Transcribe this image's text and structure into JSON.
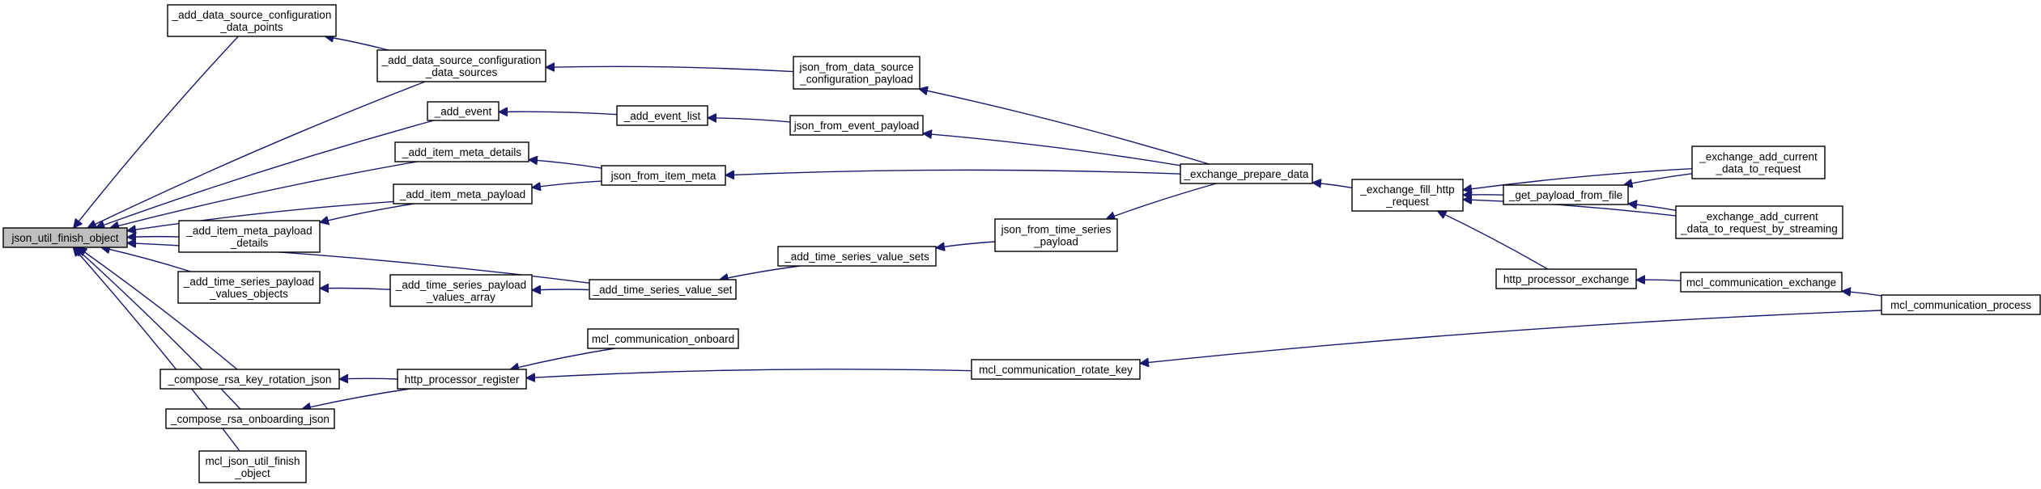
{
  "nodes": [
    {
      "id": "root",
      "lines": [
        "json_util_finish_object"
      ]
    },
    {
      "id": "adsc_dp",
      "lines": [
        "_add_data_source_configuration",
        "_data_points"
      ]
    },
    {
      "id": "adsc_ds",
      "lines": [
        "_add_data_source_configuration",
        "_data_sources"
      ]
    },
    {
      "id": "add_event",
      "lines": [
        "_add_event"
      ]
    },
    {
      "id": "add_item_meta_details",
      "lines": [
        "_add_item_meta_details"
      ]
    },
    {
      "id": "add_item_meta_payload",
      "lines": [
        "_add_item_meta_payload"
      ]
    },
    {
      "id": "add_item_meta_payload_details",
      "lines": [
        "_add_item_meta_payload",
        "_details"
      ]
    },
    {
      "id": "add_tsp_values_objects",
      "lines": [
        "_add_time_series_payload",
        "_values_objects"
      ]
    },
    {
      "id": "compose_rsa_key",
      "lines": [
        "_compose_rsa_key_rotation_json"
      ]
    },
    {
      "id": "compose_rsa_onb",
      "lines": [
        "_compose_rsa_onboarding_json"
      ]
    },
    {
      "id": "mcl_json_finish",
      "lines": [
        "mcl_json_util_finish",
        "_object"
      ]
    },
    {
      "id": "add_tsp_values_array",
      "lines": [
        "_add_time_series_payload",
        "_values_array"
      ]
    },
    {
      "id": "add_event_list",
      "lines": [
        "_add_event_list"
      ]
    },
    {
      "id": "json_from_item_meta",
      "lines": [
        "json_from_item_meta"
      ]
    },
    {
      "id": "add_ts_value_set",
      "lines": [
        "_add_time_series_value_set"
      ]
    },
    {
      "id": "http_processor_register",
      "lines": [
        "http_processor_register"
      ]
    },
    {
      "id": "mcl_comm_onboard",
      "lines": [
        "mcl_communication_onboard"
      ]
    },
    {
      "id": "json_from_dsc_payload",
      "lines": [
        "json_from_data_source",
        "_configuration_payload"
      ]
    },
    {
      "id": "json_from_event_payload",
      "lines": [
        "json_from_event_payload"
      ]
    },
    {
      "id": "add_ts_value_sets",
      "lines": [
        "_add_time_series_value_sets"
      ]
    },
    {
      "id": "json_from_ts_payload",
      "lines": [
        "json_from_time_series",
        "_payload"
      ]
    },
    {
      "id": "mcl_comm_rotate_key",
      "lines": [
        "mcl_communication_rotate_key"
      ]
    },
    {
      "id": "exchange_prepare_data",
      "lines": [
        "_exchange_prepare_data"
      ]
    },
    {
      "id": "exchange_fill_http",
      "lines": [
        "_exchange_fill_http",
        "_request"
      ]
    },
    {
      "id": "http_processor_exchange",
      "lines": [
        "http_processor_exchange"
      ]
    },
    {
      "id": "get_payload_from_file",
      "lines": [
        "_get_payload_from_file"
      ]
    },
    {
      "id": "exchange_add_current",
      "lines": [
        "_exchange_add_current",
        "_data_to_request"
      ]
    },
    {
      "id": "exchange_add_current_stream",
      "lines": [
        "_exchange_add_current",
        "_data_to_request_by_streaming"
      ]
    },
    {
      "id": "mcl_comm_exchange",
      "lines": [
        "mcl_communication_exchange"
      ]
    },
    {
      "id": "mcl_comm_process",
      "lines": [
        "mcl_communication_process"
      ]
    }
  ],
  "edges": [
    {
      "from": "adsc_dp",
      "to": "root"
    },
    {
      "from": "adsc_ds",
      "to": "root"
    },
    {
      "from": "add_event",
      "to": "root"
    },
    {
      "from": "add_item_meta_details",
      "to": "root"
    },
    {
      "from": "add_item_meta_payload",
      "to": "root"
    },
    {
      "from": "add_item_meta_payload_details",
      "to": "root"
    },
    {
      "from": "add_tsp_values_objects",
      "to": "root"
    },
    {
      "from": "add_ts_value_set",
      "to": "root"
    },
    {
      "from": "compose_rsa_key",
      "to": "root"
    },
    {
      "from": "compose_rsa_onb",
      "to": "root"
    },
    {
      "from": "mcl_json_finish",
      "to": "root"
    },
    {
      "from": "adsc_ds",
      "to": "adsc_dp"
    },
    {
      "from": "json_from_dsc_payload",
      "to": "adsc_ds"
    },
    {
      "from": "add_event_list",
      "to": "add_event"
    },
    {
      "from": "json_from_event_payload",
      "to": "add_event_list"
    },
    {
      "from": "json_from_item_meta",
      "to": "add_item_meta_details"
    },
    {
      "from": "json_from_item_meta",
      "to": "add_item_meta_payload"
    },
    {
      "from": "add_item_meta_payload",
      "to": "add_item_meta_payload_details"
    },
    {
      "from": "add_tsp_values_array",
      "to": "add_tsp_values_objects"
    },
    {
      "from": "add_ts_value_set",
      "to": "add_tsp_values_array"
    },
    {
      "from": "add_ts_value_sets",
      "to": "add_ts_value_set"
    },
    {
      "from": "json_from_ts_payload",
      "to": "add_ts_value_sets"
    },
    {
      "from": "http_processor_register",
      "to": "compose_rsa_key"
    },
    {
      "from": "http_processor_register",
      "to": "compose_rsa_onb"
    },
    {
      "from": "mcl_comm_onboard",
      "to": "http_processor_register"
    },
    {
      "from": "mcl_comm_rotate_key",
      "to": "http_processor_register"
    },
    {
      "from": "exchange_prepare_data",
      "to": "json_from_dsc_payload"
    },
    {
      "from": "exchange_prepare_data",
      "to": "json_from_event_payload"
    },
    {
      "from": "exchange_prepare_data",
      "to": "json_from_item_meta"
    },
    {
      "from": "exchange_prepare_data",
      "to": "json_from_ts_payload"
    },
    {
      "from": "exchange_fill_http",
      "to": "exchange_prepare_data"
    },
    {
      "from": "exchange_add_current",
      "to": "exchange_fill_http"
    },
    {
      "from": "get_payload_from_file",
      "to": "exchange_fill_http"
    },
    {
      "from": "exchange_add_current_stream",
      "to": "exchange_fill_http"
    },
    {
      "from": "http_processor_exchange",
      "to": "exchange_fill_http"
    },
    {
      "from": "exchange_add_current",
      "to": "get_payload_from_file"
    },
    {
      "from": "exchange_add_current_stream",
      "to": "get_payload_from_file"
    },
    {
      "from": "mcl_comm_exchange",
      "to": "http_processor_exchange"
    },
    {
      "from": "mcl_comm_process",
      "to": "mcl_comm_exchange"
    },
    {
      "from": "mcl_comm_process",
      "to": "mcl_comm_rotate_key"
    }
  ]
}
